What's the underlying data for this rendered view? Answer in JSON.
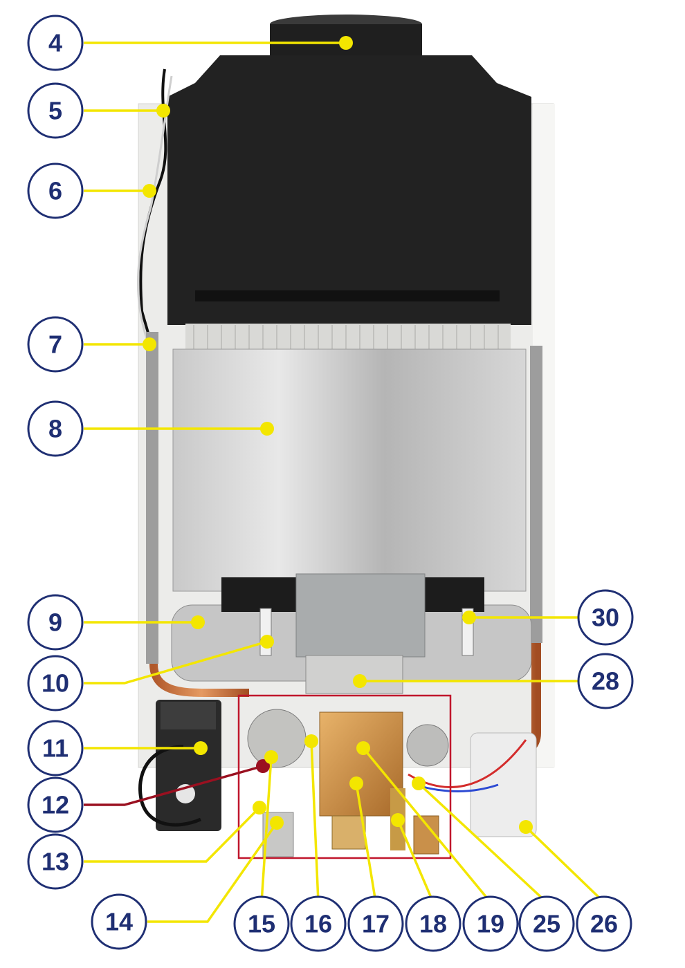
{
  "callouts": [
    {
      "number": "4",
      "line_color": "#f3e600"
    },
    {
      "number": "5",
      "line_color": "#f3e600"
    },
    {
      "number": "6",
      "line_color": "#f3e600"
    },
    {
      "number": "7",
      "line_color": "#f3e600"
    },
    {
      "number": "8",
      "line_color": "#f3e600"
    },
    {
      "number": "9",
      "line_color": "#f3e600"
    },
    {
      "number": "10",
      "line_color": "#f3e600"
    },
    {
      "number": "11",
      "line_color": "#f3e600"
    },
    {
      "number": "12",
      "line_color": "#9a1020"
    },
    {
      "number": "13",
      "line_color": "#f3e600"
    },
    {
      "number": "14",
      "line_color": "#f3e600"
    },
    {
      "number": "15",
      "line_color": "#f3e600"
    },
    {
      "number": "16",
      "line_color": "#f3e600"
    },
    {
      "number": "17",
      "line_color": "#f3e600"
    },
    {
      "number": "18",
      "line_color": "#f3e600"
    },
    {
      "number": "19",
      "line_color": "#f3e600"
    },
    {
      "number": "25",
      "line_color": "#f3e600"
    },
    {
      "number": "26",
      "line_color": "#f3e600"
    },
    {
      "number": "28",
      "line_color": "#f3e600"
    },
    {
      "number": "30",
      "line_color": "#f3e600"
    }
  ],
  "colors": {
    "circle_border": "#1f2f73",
    "circle_fill": "#ffffff",
    "number_text": "#1f2f73",
    "highlight_box": "#c0162c"
  }
}
